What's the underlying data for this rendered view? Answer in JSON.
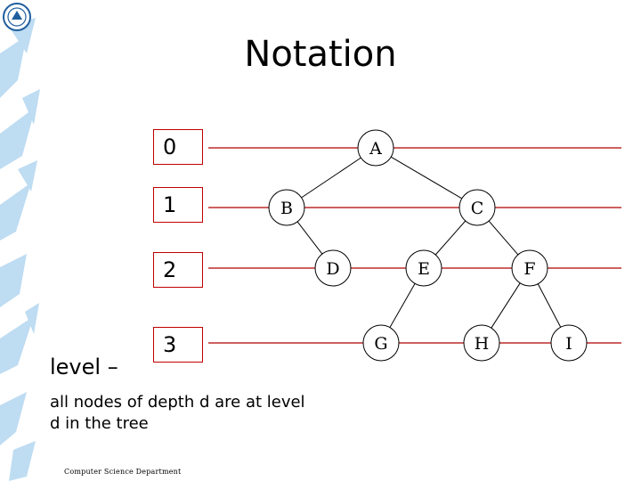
{
  "title": "Notation",
  "levels": [
    "0",
    "1",
    "2",
    "3"
  ],
  "nodes": [
    "A",
    "B",
    "C",
    "D",
    "E",
    "F",
    "G",
    "H",
    "I"
  ],
  "edges": [
    [
      "A",
      "B"
    ],
    [
      "A",
      "C"
    ],
    [
      "B",
      "D"
    ],
    [
      "C",
      "E"
    ],
    [
      "C",
      "F"
    ],
    [
      "E",
      "G"
    ],
    [
      "F",
      "H"
    ],
    [
      "F",
      "I"
    ]
  ],
  "level_heading": "level –",
  "level_description": "all nodes of depth d are at level d in the tree",
  "footer": "Computer Science Department",
  "colors": {
    "level_line": "#b00000",
    "box_border": "#c00000",
    "sidebar_pattern": "#7fb8e0",
    "node_stroke": "#000000"
  }
}
